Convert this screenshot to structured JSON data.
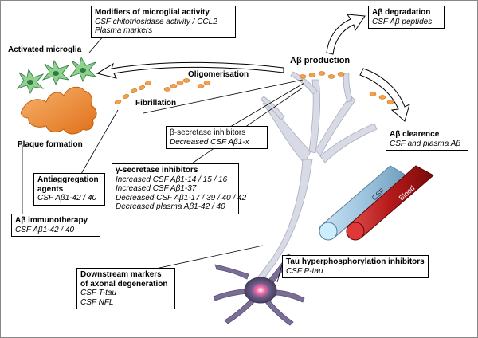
{
  "labels": {
    "activated_microglia": "Activated microglia",
    "plaque_formation": "Plaque formation",
    "fibrillation": "Fibrillation",
    "oligomerisation": "Oligomerisation",
    "ab_production": "Aβ production",
    "csf_tube": "CSF",
    "blood_tube": "Blood"
  },
  "boxes": {
    "modifiers": {
      "title": "Modifiers of microglial activity",
      "lines": [
        "CSF chitotriosidase activity / CCL2",
        "Plasma markers"
      ]
    },
    "ab_degradation": {
      "title": "Aβ degradation",
      "lines": [
        "CSF Aβ peptides"
      ]
    },
    "beta_secretase": {
      "title": "β-secretase inhibitors",
      "lines": [
        "Decreased CSF Aβ1-x"
      ]
    },
    "ab_clearence": {
      "title": "Aβ clearence",
      "lines": [
        "CSF and plasma Aβ"
      ]
    },
    "gamma_secretase": {
      "title": "γ-secretase inhibitors",
      "lines": [
        "Increased CSF Aβ1-14 / 15 / 16",
        "Increased CSF Aβ1-37",
        "Decreased CSF Aβ1-17 / 39 / 40 / 42",
        "Decreased plasma Aβ1-42 / 40"
      ]
    },
    "antiaggregation": {
      "title": "Antiaggregation agents",
      "title_lines": [
        "Antiaggregation",
        "agents"
      ],
      "lines": [
        "CSF Aβ1-42 / 40"
      ]
    },
    "immunotherapy": {
      "title": "Aβ immunotherapy",
      "lines": [
        "CSF Aβ1-42 / 40"
      ]
    },
    "downstream": {
      "title": "Downstream markers of axonal degeneration",
      "title_lines": [
        "Downstream markers",
        "of axonal degeneration"
      ],
      "lines": [
        "CSF T-tau",
        "CSF NFL"
      ]
    },
    "tau": {
      "title": "Tau hyperphosphorylation inhibitors",
      "lines": [
        "CSF P-tau"
      ]
    }
  },
  "colors": {
    "microglia_green": "#2e9a4a",
    "plaque_orange": "#f08a2e",
    "peptide_orange": "#f3a04a",
    "neuron_gray": "#d8dbe6",
    "csf_blue": "#9fc6e0",
    "blood_red": "#b51a1a"
  }
}
